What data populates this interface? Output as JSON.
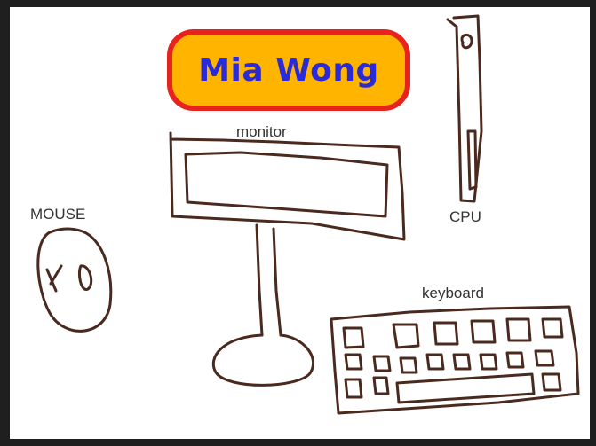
{
  "name_badge": {
    "text": "Mia Wong",
    "fill": "#ffb400",
    "border": "#e8231f",
    "text_color": "#2a2ad6"
  },
  "labels": {
    "monitor": "monitor",
    "mouse": "MOUSE",
    "cpu": "CPU",
    "keyboard": "keyboard"
  },
  "stroke_color": "#4a2a1e"
}
